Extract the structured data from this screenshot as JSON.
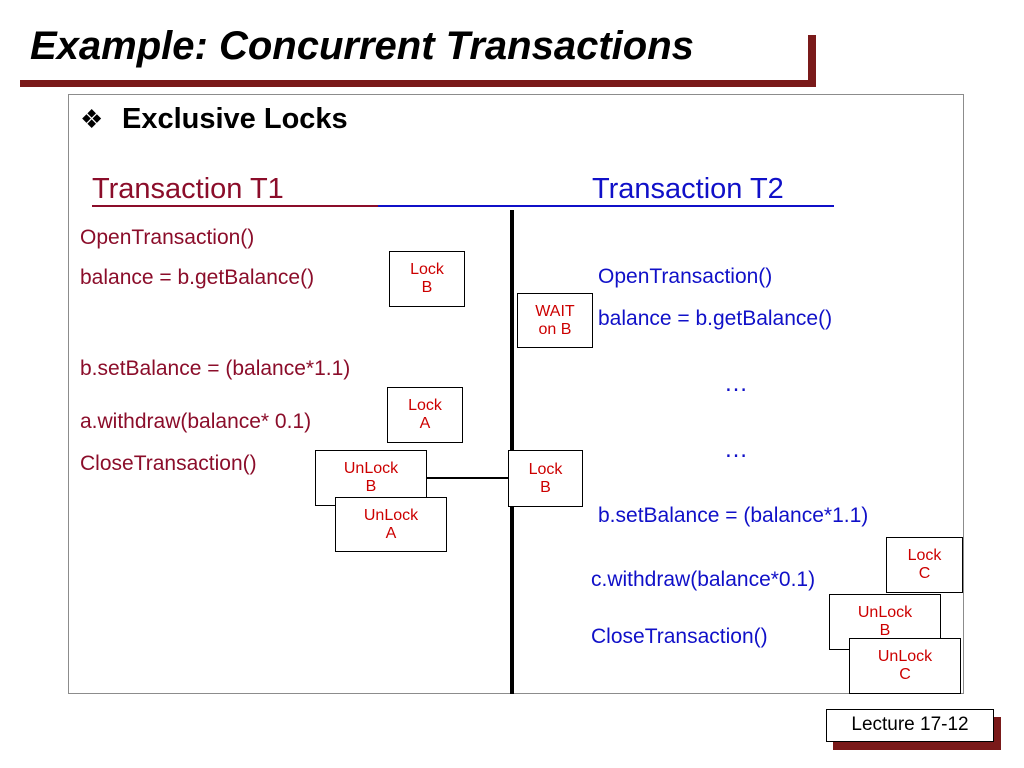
{
  "title": "Example: Concurrent Transactions",
  "bullet": {
    "icon": "❖",
    "text": "Exclusive Locks"
  },
  "headers": {
    "t1": "Transaction T1",
    "t2": "Transaction T2"
  },
  "t1_lines": {
    "open": "OpenTransaction()",
    "get": "balance = b.getBalance()",
    "set": "b.setBalance = (balance*1.1)",
    "withdraw": "a.withdraw(balance* 0.1)",
    "close": "CloseTransaction()"
  },
  "t2_lines": {
    "open": "OpenTransaction()",
    "get": "balance = b.getBalance()",
    "ellipsis1": "…",
    "ellipsis2": "…",
    "set": "b.setBalance = (balance*1.1)",
    "withdraw": "c.withdraw(balance*0.1)",
    "close": "CloseTransaction()"
  },
  "boxes": {
    "lock_b_t1": [
      "Lock",
      "B"
    ],
    "wait_b": [
      "WAIT",
      "on B"
    ],
    "lock_a": [
      "Lock",
      "A"
    ],
    "unlock_b_t1": [
      "UnLock",
      "B"
    ],
    "unlock_a": [
      "UnLock",
      "A"
    ],
    "lock_b_t2": [
      "Lock",
      "B"
    ],
    "lock_c": [
      "Lock",
      "C"
    ],
    "unlock_b_t2": [
      "UnLock",
      "B"
    ],
    "unlock_c": [
      "UnLock",
      "C"
    ]
  },
  "footer": "Lecture 17-12",
  "colors": {
    "t1": "#8b0d2a",
    "t2": "#1010c8",
    "lock_text": "#cc0000",
    "shadow": "#7a1a1a"
  }
}
